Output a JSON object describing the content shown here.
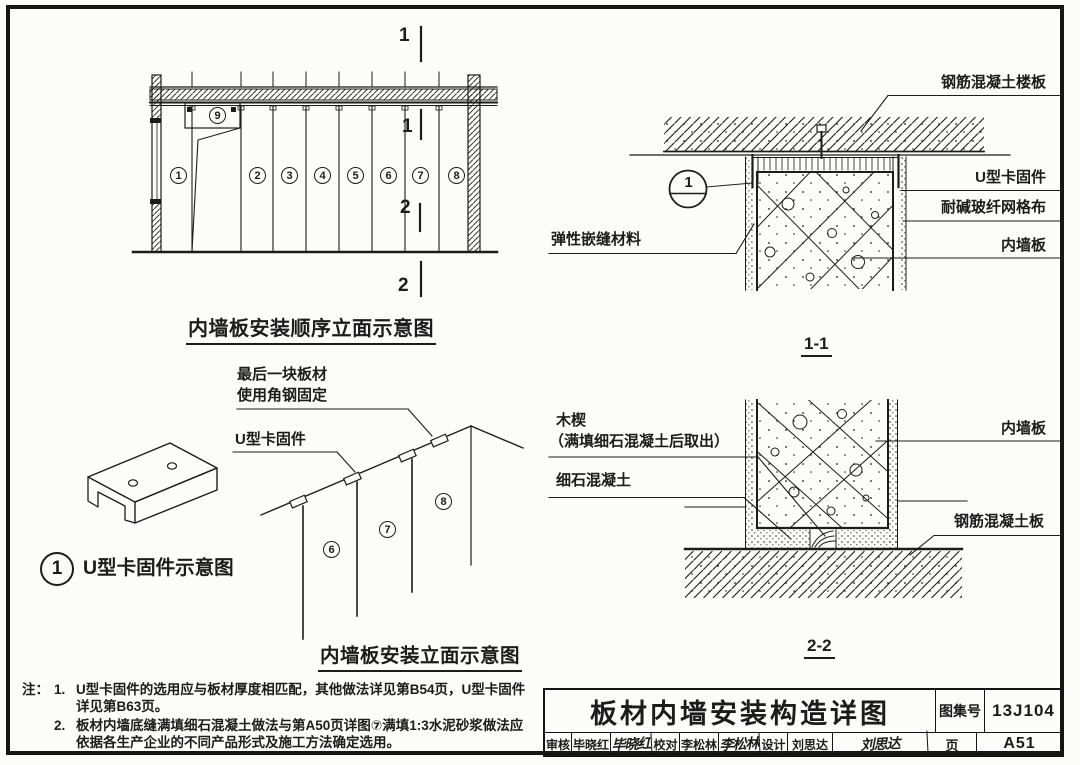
{
  "colors": {
    "ink": "#1c1c1c",
    "paper": "#fcfcfa"
  },
  "elevation": {
    "title": "内墙板安装顺序立面示意图",
    "panels": [
      "1",
      "2",
      "3",
      "4",
      "5",
      "6",
      "7",
      "8"
    ],
    "door_panel": "9",
    "section_top": "1",
    "section_mid_top": "1",
    "section_mid_bottom": "2",
    "section_bottom": "2"
  },
  "detail11": {
    "title": "1-1",
    "marker": "1",
    "label_slab": "钢筋混凝土楼板",
    "label_clamp": "U型卡固件",
    "label_mesh": "耐碱玻纤网格布",
    "label_panel": "内墙板",
    "label_sealant": "弹性嵌缝材料"
  },
  "clamp_diagram": {
    "marker": "1",
    "title": "U型卡固件示意图"
  },
  "perspective": {
    "title": "内墙板安装立面示意图",
    "label_last_panel_line1": "最后一块板材",
    "label_last_panel_line2": "使用角钢固定",
    "label_clamp": "U型卡固件",
    "panels": [
      "6",
      "7",
      "8"
    ]
  },
  "detail22": {
    "title": "2-2",
    "label_wedge_line1": "木楔",
    "label_wedge_line2": "（满填细石混凝土后取出）",
    "label_fine_concrete": "细石混凝土",
    "label_panel": "内墙板",
    "label_slab": "钢筋混凝土板"
  },
  "notes": {
    "prefix": "注：",
    "item1_num": "1.",
    "item1_line1": "U型卡固件的选用应与板材厚度相匹配，其他做法详见第B54页，U型卡固件",
    "item1_line2": "详见第B63页。",
    "item2_num": "2.",
    "item2_line1": "板材内墙底缝满填细石混凝土做法与第A50页详图⑦满填1:3水泥砂浆做法应",
    "item2_line2": "依据各生产企业的不同产品形式及施工方法确定选用。"
  },
  "titleblock": {
    "title": "板材内墙安装构造详图",
    "atlas_label": "图集号",
    "atlas_no": "13J104",
    "page_label": "页",
    "page_no": "A51",
    "audit_label": "审核",
    "audit_name": "毕晓红",
    "audit_sig": "毕晓红",
    "check_label": "校对",
    "check_name": "李松林",
    "check_sig": "李松林",
    "design_label": "设计",
    "design_name": "刘思达",
    "design_sig": "刘思达"
  }
}
